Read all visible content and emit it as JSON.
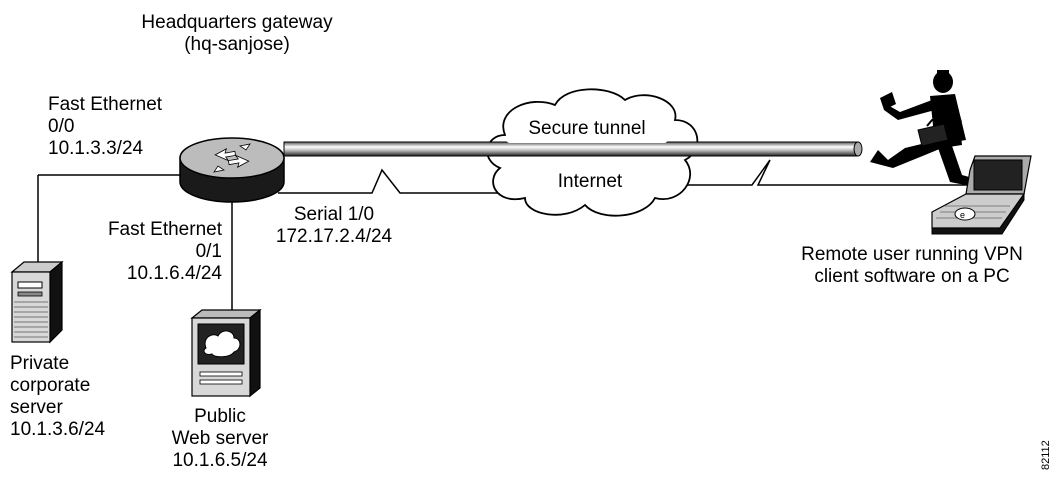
{
  "hq_gateway": {
    "line1": "Headquarters gateway",
    "line2": "(hq-sanjose)"
  },
  "fe00": {
    "line1": "Fast Ethernet",
    "line2": "0/0",
    "line3": "10.1.3.3/24"
  },
  "fe01": {
    "line1": "Fast Ethernet",
    "line2": "0/1",
    "line3": "10.1.6.4/24"
  },
  "serial": {
    "line1": "Serial 1/0",
    "line2": "172.17.2.4/24"
  },
  "tunnel_label": "Secure tunnel",
  "internet_label": "Internet",
  "remote_user": {
    "line1": "Remote user running VPN",
    "line2": "client software on a PC"
  },
  "private_server": {
    "line1": "Private",
    "line2": "corporate",
    "line3": "server",
    "line4": "10.1.3.6/24"
  },
  "public_server": {
    "line1": "Public",
    "line2": "Web server",
    "line3": "10.1.6.5/24"
  },
  "figure_id": "82112"
}
